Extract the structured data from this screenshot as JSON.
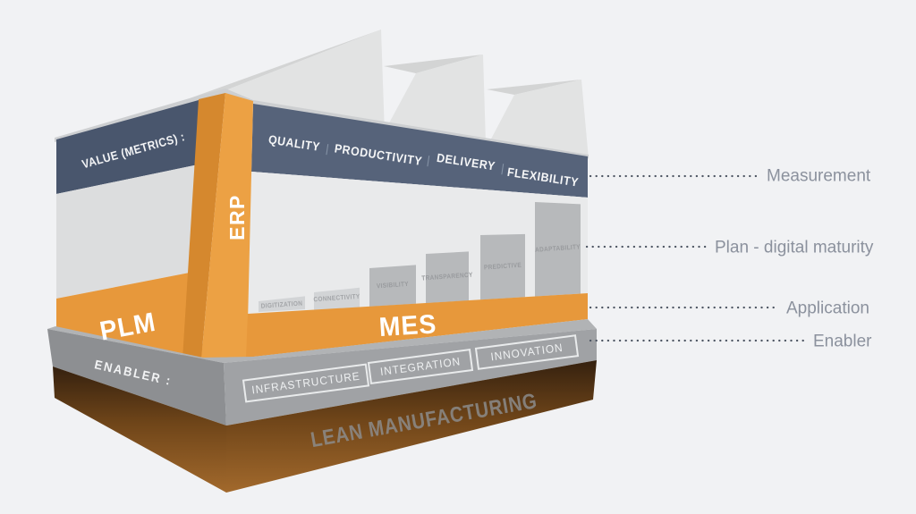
{
  "palette": {
    "background": "#f1f2f4",
    "slate_left": "#49566d",
    "slate_front": "#56637a",
    "orange_dark": "#d5882e",
    "orange": "#e7983b",
    "orange_bright": "#eca144",
    "gray_left": "#dcddde",
    "gray_front": "#e9eaeb",
    "bar_light": "#d2d4d6",
    "bar_dark": "#b7b9bb",
    "slab_left": "#8d8f92",
    "slab_front": "#a0a2a5",
    "slab_top": "#b1b3b5",
    "brown_top": "#35210f",
    "brown_mid": "#6f4519",
    "brown_bottom": "#a2692c"
  },
  "cube": {
    "top_band": {
      "left_label": "VALUE (METRICS) :",
      "metrics": [
        "QUALITY",
        "PRODUCTIVITY",
        "DELIVERY",
        "FLEXIBILITY"
      ],
      "separator": "|"
    },
    "pillar_label": "ERP",
    "maturity_steps": [
      "DIGITIZATION",
      "CONNECTIVITY",
      "VISIBILITY",
      "TRANSPARENCY",
      "PREDICTIVE",
      "ADAPTABILITY"
    ],
    "left_app_label": "PLM",
    "front_app_label": "MES",
    "enabler": {
      "left_label": "ENABLER :",
      "boxes": [
        "INFRASTRUCTURE",
        "INTEGRATION",
        "INNOVATION"
      ]
    },
    "base_label": "LEAN MANUFACTURING"
  },
  "legend": {
    "items": [
      "Measurement",
      "Plan - digital maturity",
      "Application",
      "Enabler"
    ]
  }
}
